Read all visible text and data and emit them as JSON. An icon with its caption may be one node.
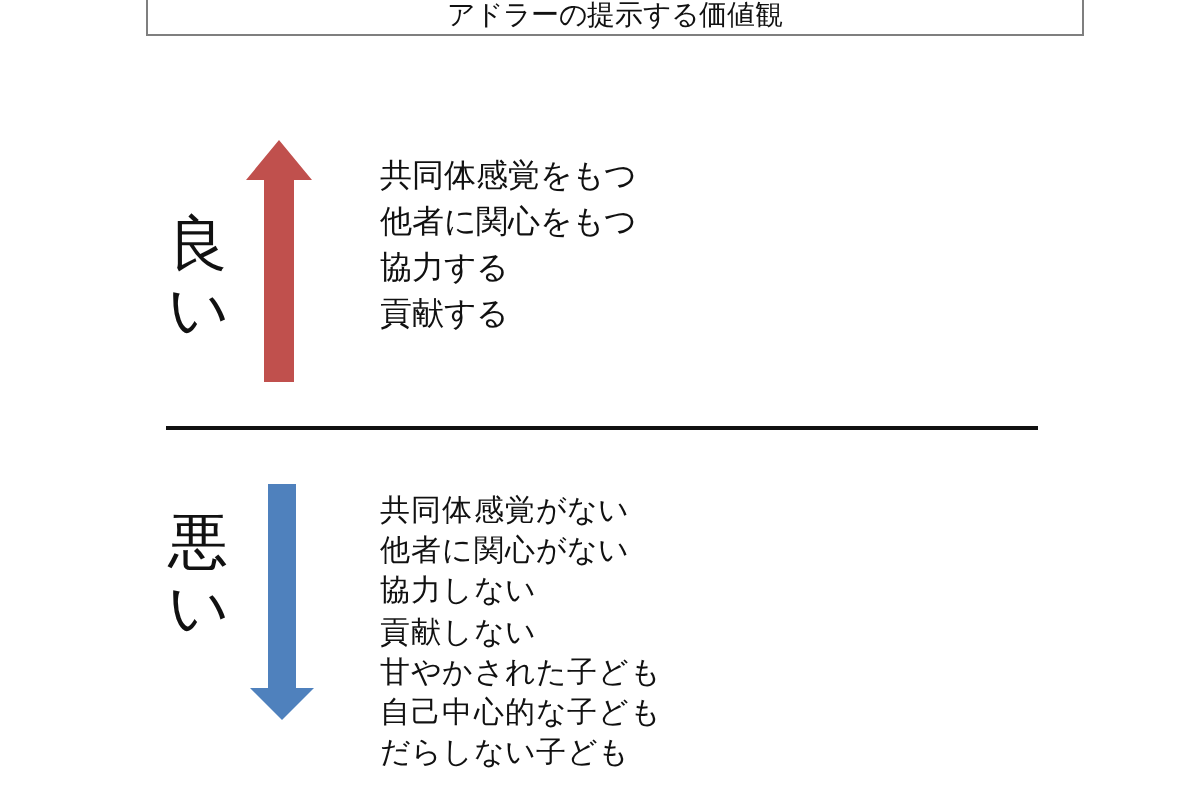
{
  "diagram": {
    "title": "アドラーの提示する価値観",
    "labels": [
      "良い",
      "共同体感覚をもつ",
      "他者に関心をもつ",
      "協力する",
      "貢献する",
      "悪い",
      "共同体感覚がない",
      "他者に関心がない",
      "協力しない",
      "貢献しない",
      "甘やかされた子ども",
      "自己中心的な子ども",
      "だらしない子ども"
    ]
  }
}
